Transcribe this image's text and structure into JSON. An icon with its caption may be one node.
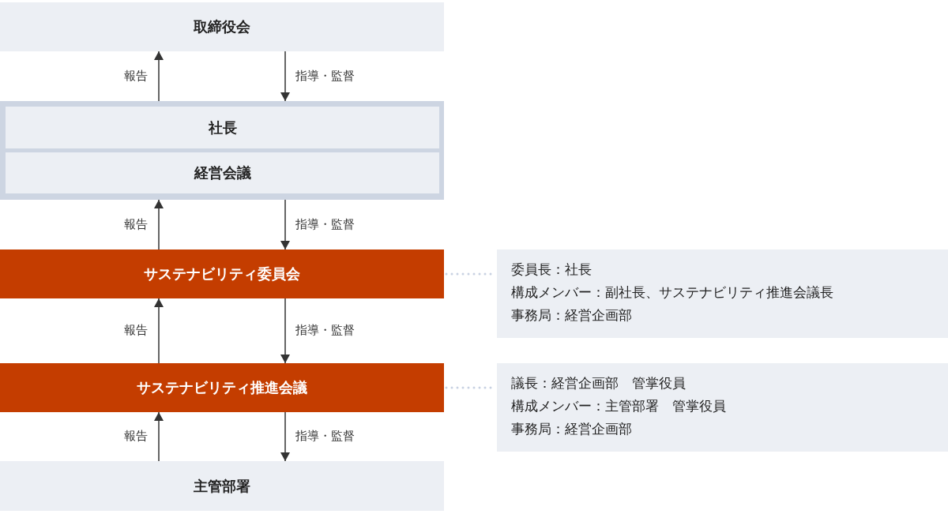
{
  "diagram": {
    "nodes": [
      {
        "text": [
          "取締役会"
        ]
      },
      {
        "text": [],
        "shape": "box"
      },
      {
        "text": [
          "社長"
        ],
        "in": 1
      },
      {
        "text": [
          "経営会議"
        ],
        "in": 1
      },
      {
        "text": [
          "サステナビリティ委員会"
        ]
      },
      {
        "text": [
          "委員長：社長",
          "構成メンバー：副社長、サステナビリティ推進会議長",
          "事務局：経営企画部"
        ]
      },
      {
        "text": [
          "サステナビリティ推進会議"
        ]
      },
      {
        "text": [
          "議長：経営企画部　管掌役員",
          "構成メンバー：主管部署　管掌役員",
          "事務局：経営企画部"
        ]
      },
      {
        "text": [
          "主管部署"
        ]
      }
    ],
    "edges": [
      {
        "from": 1,
        "to": 0,
        "arrow": "to",
        "label": "報告"
      },
      {
        "from": 0,
        "to": 1,
        "arrow": "to",
        "label": "指導・監督"
      },
      {
        "from": 4,
        "to": 1,
        "arrow": "to",
        "label": "報告"
      },
      {
        "from": 1,
        "to": 4,
        "arrow": "to",
        "label": "指導・監督"
      },
      {
        "from": 6,
        "to": 4,
        "arrow": "to",
        "label": "報告"
      },
      {
        "from": 4,
        "to": 6,
        "arrow": "to",
        "label": "指導・監督"
      },
      {
        "from": 8,
        "to": 6,
        "arrow": "to",
        "label": "報告"
      },
      {
        "from": 6,
        "to": 8,
        "arrow": "to",
        "label": "指導・監督"
      },
      {
        "from": 4,
        "to": 5,
        "arrow": "none",
        "style": "dashed",
        "color": "#c8d2e2"
      },
      {
        "from": 6,
        "to": 7,
        "arrow": "none",
        "style": "dashed",
        "color": "#c8d2e2"
      }
    ]
  }
}
